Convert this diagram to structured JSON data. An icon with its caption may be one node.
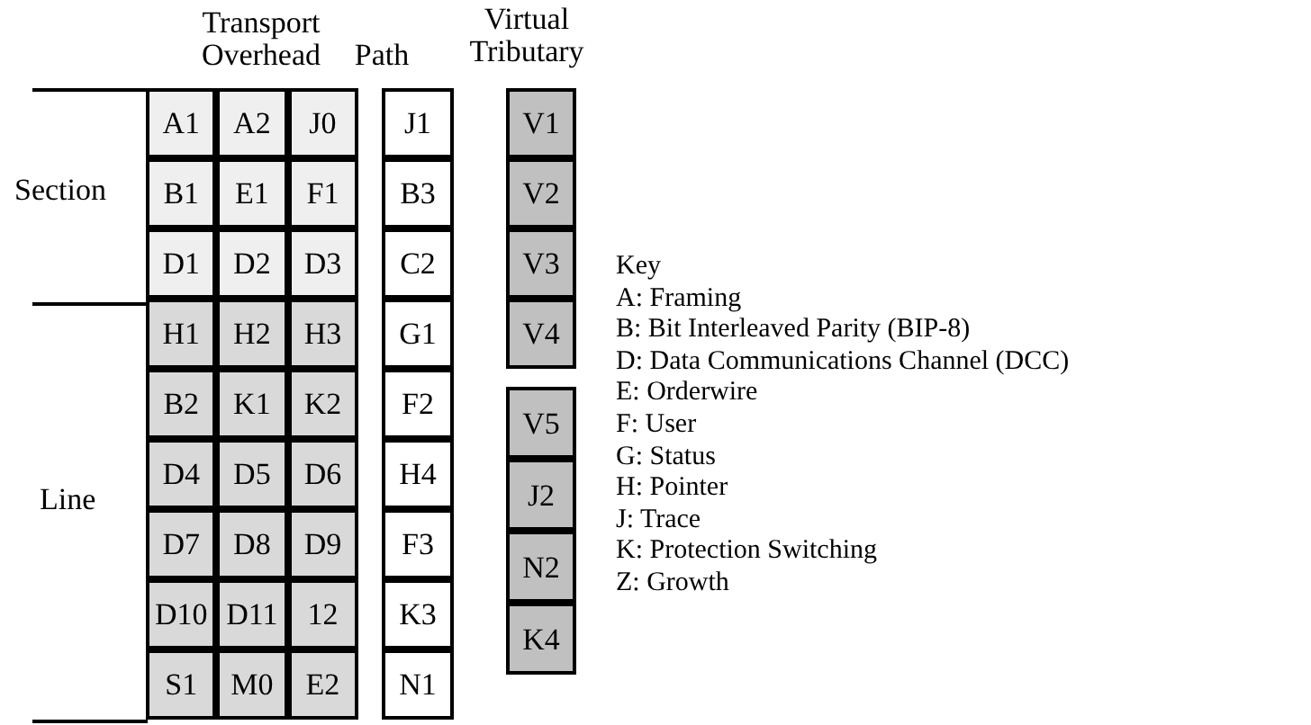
{
  "diagram": {
    "nodes": [
      {
        "text": [
          "A1"
        ]
      },
      {
        "text": [
          "A2"
        ]
      },
      {
        "text": [
          "J0"
        ]
      },
      {
        "text": [
          "B1"
        ]
      },
      {
        "text": [
          "E1"
        ]
      },
      {
        "text": [
          "F1"
        ]
      },
      {
        "text": [
          "D1"
        ]
      },
      {
        "text": [
          "D2"
        ]
      },
      {
        "text": [
          "D3"
        ]
      },
      {
        "text": [
          "H1"
        ]
      },
      {
        "text": [
          "H2"
        ]
      },
      {
        "text": [
          "H3"
        ]
      },
      {
        "text": [
          "B2"
        ]
      },
      {
        "text": [
          "K1"
        ]
      },
      {
        "text": [
          "K2"
        ]
      },
      {
        "text": [
          "D4"
        ]
      },
      {
        "text": [
          "D5"
        ]
      },
      {
        "text": [
          "D6"
        ]
      },
      {
        "text": [
          "D7"
        ]
      },
      {
        "text": [
          "D8"
        ]
      },
      {
        "text": [
          "D9"
        ]
      },
      {
        "text": [
          "D10"
        ]
      },
      {
        "text": [
          "D11"
        ]
      },
      {
        "text": [
          "12"
        ]
      },
      {
        "text": [
          "S1"
        ]
      },
      {
        "text": [
          "M0"
        ]
      },
      {
        "text": [
          "E2"
        ]
      },
      {
        "text": [
          "J1"
        ]
      },
      {
        "text": [
          "B3"
        ]
      },
      {
        "text": [
          "C2"
        ]
      },
      {
        "text": [
          "G1"
        ]
      },
      {
        "text": [
          "F2"
        ]
      },
      {
        "text": [
          "H4"
        ]
      },
      {
        "text": [
          "F3"
        ]
      },
      {
        "text": [
          "K3"
        ]
      },
      {
        "text": [
          "N1"
        ]
      },
      {
        "text": [
          "V1"
        ]
      },
      {
        "text": [
          "V2"
        ]
      },
      {
        "text": [
          "V3"
        ]
      },
      {
        "text": [
          "V4"
        ]
      },
      {
        "text": [
          "V5"
        ]
      },
      {
        "text": [
          "J2"
        ]
      },
      {
        "text": [
          "N2"
        ]
      },
      {
        "text": [
          "K4"
        ]
      }
    ],
    "labels": [
      "Transport Overhead",
      "Virtual Tributary",
      "Path",
      "Section",
      "Line",
      "Key",
      "A: Framing",
      "B: Bit Interleaved Parity (BIP-8)",
      "D: Data Communications Channel (DCC)",
      "E: Orderwire",
      "F: User",
      "G: Status",
      "H: Pointer",
      "J: Trace",
      "K: Protection Switching",
      "Z: Growth"
    ]
  }
}
